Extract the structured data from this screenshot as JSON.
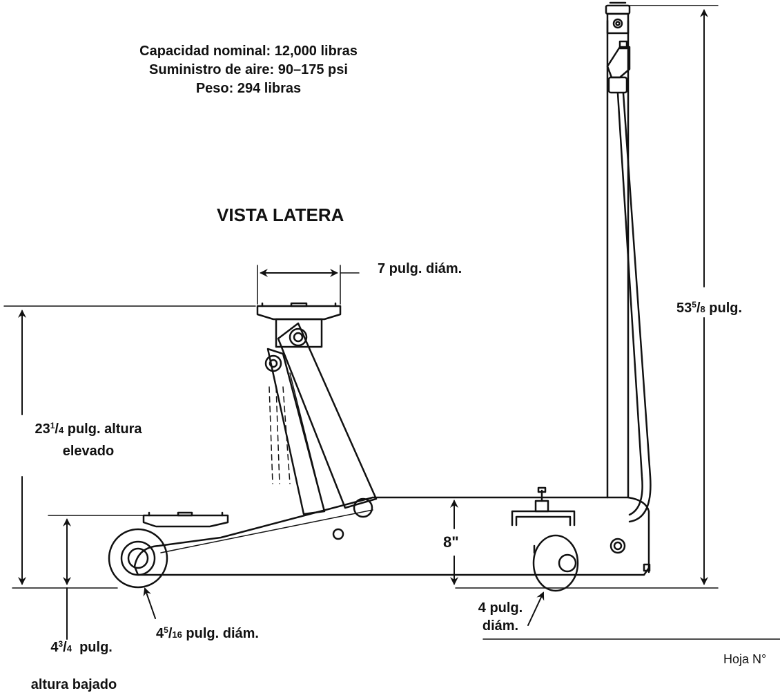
{
  "specs": {
    "capacity": "Capacidad nominal: 12,000 libras",
    "air_supply": "Suministro de aire: 90–175 psi",
    "weight": "Peso: 294 libras"
  },
  "view_title": "VISTA LATERA",
  "dimensions": {
    "saddle_diameter": "7 pulg. diám.",
    "overall_height": {
      "whole": "53",
      "num": "5",
      "den": "8",
      "unit": " pulg."
    },
    "raised_height": {
      "whole": "23",
      "num": "1",
      "den": "4",
      "unit": " pulg. altura",
      "line2": "elevado"
    },
    "lowered_height": {
      "whole": "4",
      "num": "3",
      "den": "4",
      "unit": "  pulg.",
      "line2": "altura bajado"
    },
    "front_wheel": {
      "whole": "4",
      "num": "5",
      "den": "16",
      "unit": " pulg. diám."
    },
    "frame_height": "8\"",
    "caster_wheel": {
      "line1": "4 pulg.",
      "line2": "diám."
    }
  },
  "footer": {
    "sheet": "Hoja N°"
  }
}
